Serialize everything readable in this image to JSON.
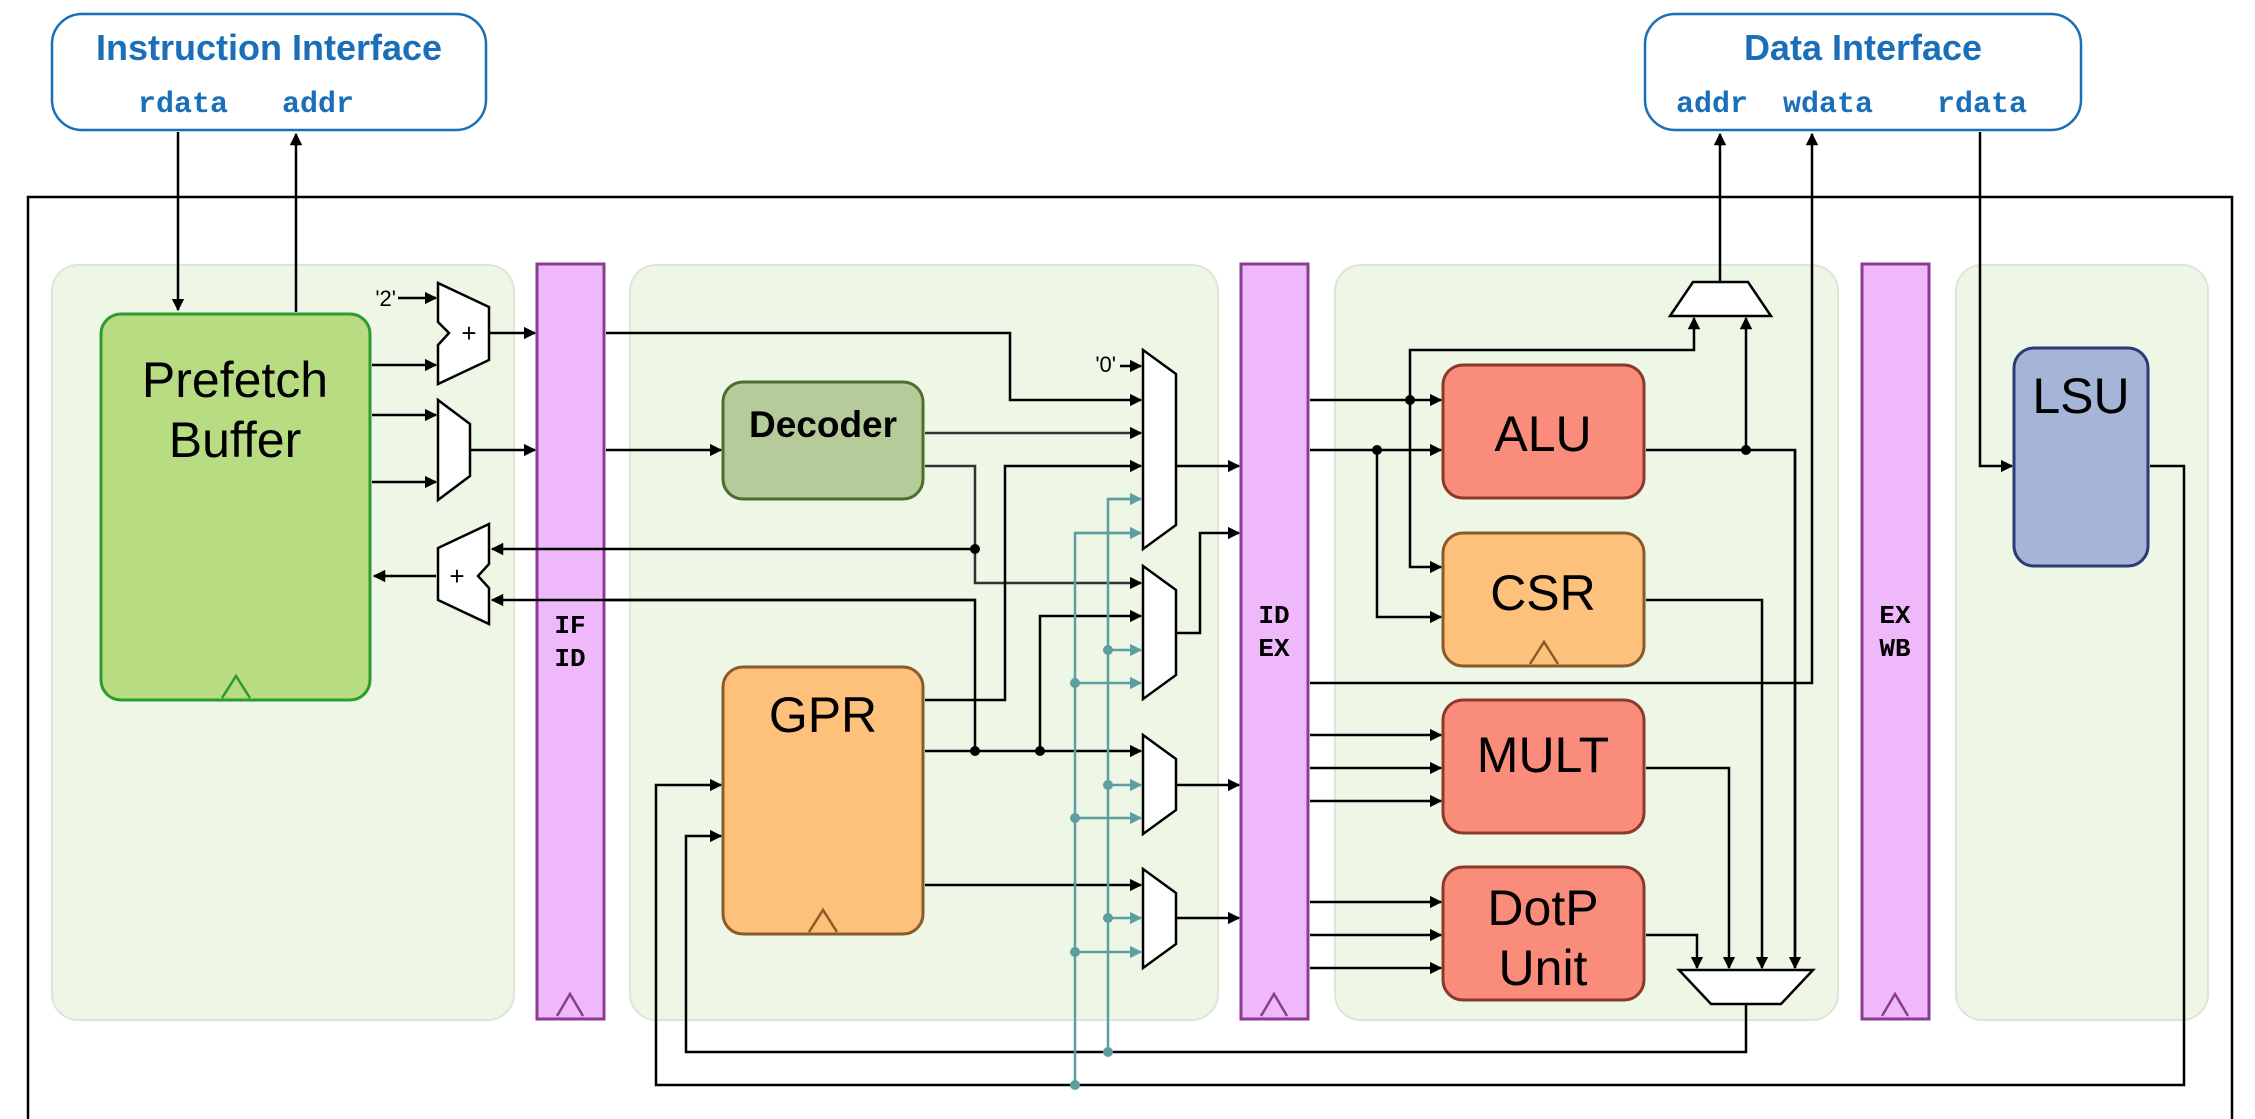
{
  "interfaces": {
    "instruction": {
      "title": "Instruction Interface",
      "ports": [
        "rdata",
        "addr"
      ]
    },
    "data": {
      "title": "Data Interface",
      "ports": [
        "addr",
        "wdata",
        "rdata"
      ]
    }
  },
  "blocks": {
    "prefetch": {
      "line1": "Prefetch",
      "line2": "Buffer"
    },
    "decoder": "Decoder",
    "gpr": "GPR",
    "alu": "ALU",
    "csr": "CSR",
    "mult": "MULT",
    "dotp": {
      "line1": "DotP",
      "line2": "Unit"
    },
    "lsu": "LSU"
  },
  "pipeline_registers": {
    "if_id": [
      "IF",
      "ID"
    ],
    "id_ex": [
      "ID",
      "EX"
    ],
    "ex_wb": [
      "EX",
      "WB"
    ]
  },
  "constants": {
    "two": "'2'",
    "zero": "'0'",
    "plus": "+"
  },
  "colors": {
    "stage_bg": "#eef6e6",
    "prefetch": "#b8dc82",
    "decoder": "#b6cb9a",
    "gpr": "#fdc17b",
    "alu": "#fa8c7c",
    "csr": "#fdc17b",
    "lsu": "#a4b5d8",
    "pipeline_reg": "#efb8fb",
    "wire_forward": "#5f9ea0",
    "interface": "#1a6fb8"
  }
}
